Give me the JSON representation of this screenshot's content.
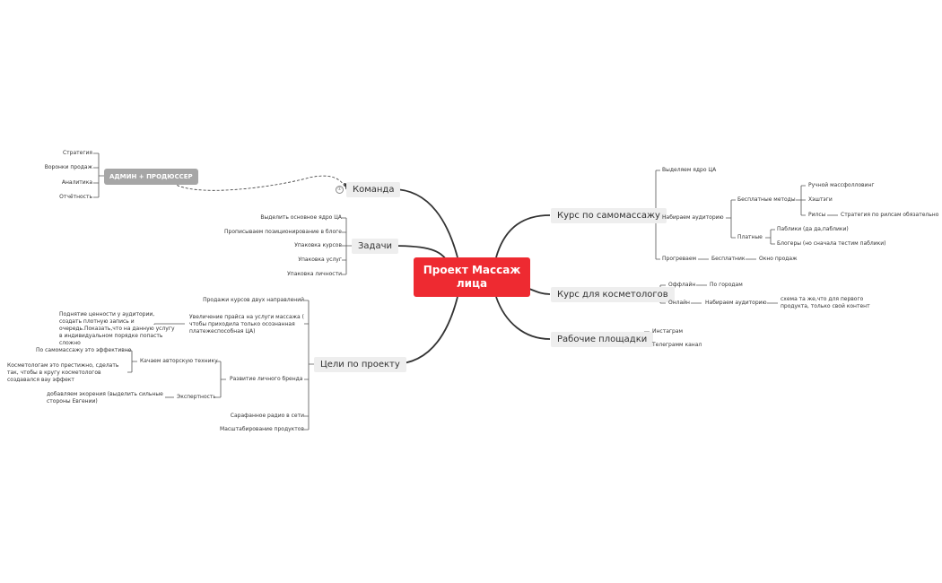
{
  "center": "Проект Массаж лица",
  "team": {
    "label": "Команда",
    "badge": "①",
    "admin": "АДМИН + ПРОДЮССЕР",
    "admin_children": [
      "Стратегия",
      "Воронки продаж",
      "Аналитика",
      "Отчётность"
    ]
  },
  "tasks": {
    "label": "Задачи",
    "children": [
      "Выделить основное ядро ЦА",
      "Прописываем позиционирование в блоге",
      "Упаковка курсов",
      "Упаковка услуг",
      "Упаковка личности"
    ]
  },
  "goals": {
    "label": "Цели по проекту",
    "sales": "Продажи курсов двух направлений",
    "price": "Увеличение прайса на услуги массажа ( чтобы приходила только осознанная платежеспособная ЦА)",
    "price_note": "Поднятие ценности у аудитории, создать плотную запись и очередь.Показать,что на данную услугу в индивидуальном порядке попасть сложно",
    "brand": "Развитие личного бренда",
    "technique": "Качаем авторскую технику",
    "technique_children": [
      "По самомассажу это эффективно",
      "Косметологам это престижно, сделать так, чтобы в кругу косметологов создавался вау эффект"
    ],
    "expert": "Экспертность",
    "expert_note": "добавляем экорения (выделить сильные стороны Евгении)",
    "radio": "Сарафанное радио в сети",
    "scale": "Масштабирование продуктов"
  },
  "self_course": {
    "label": "Курс по самомассажу",
    "core": "Выделяем ядро ЦА",
    "audience": "Набираем аудиторию",
    "free": "Бесплатные методы",
    "free_children": [
      "Ручной массфолловинг",
      "Хэштэги",
      "Рилсы"
    ],
    "reels_note": "Стратегия по рилсам обязательно",
    "paid": "Платные",
    "paid_children": [
      "Паблики (да да,паблики)",
      "Блогеры (но сначала тестим паблики)"
    ],
    "warm": "Прогреваем",
    "free_product": "Бесплатник",
    "sales_window": "Окно продаж"
  },
  "cosmetologists": {
    "label": "Курс для косметологов",
    "offline": "Оффлайн",
    "cities": "По городам",
    "online": "Онлайн",
    "audience": "Набираем аудиторию",
    "scheme": "схема та же,что для первого продукта, только свой контент"
  },
  "platforms": {
    "label": "Рабочие площадки",
    "children": [
      "Инстаграм",
      "Телеграмм канал"
    ]
  },
  "colors": {
    "center_bg": "#ee2a31",
    "admin_bg": "#a6a6a6",
    "main_bg": "#eeeeee",
    "branch_line": "#333333",
    "leaf_line": "#555555"
  }
}
